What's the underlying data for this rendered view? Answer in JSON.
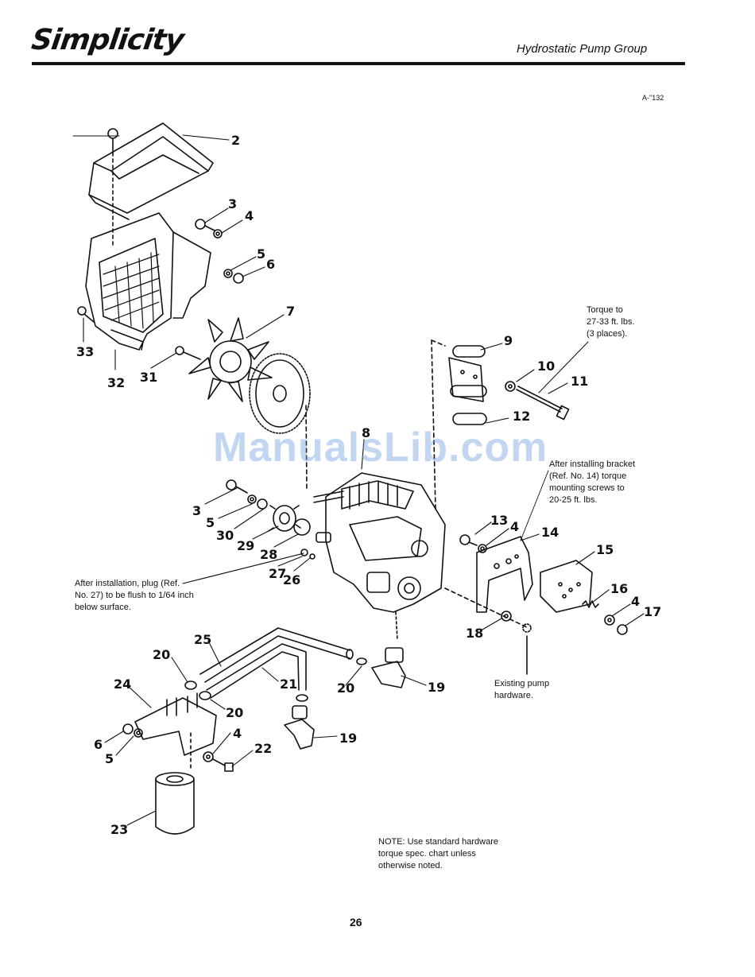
{
  "header": {
    "brand": "Simplicity",
    "title": "Hydrostatic Pump Group",
    "figure_code": "A-\"132"
  },
  "watermark": "ManualsLib.com",
  "notes": {
    "torque_11": [
      "Torque to",
      "27-33 ft. lbs.",
      "(3 places)."
    ],
    "bracket_14": [
      "After installing bracket",
      "(Ref. No. 14) torque",
      "mounting screws to",
      "20-25 ft. lbs."
    ],
    "plug_27": [
      "After installation, plug (Ref.",
      "No. 27) to be flush to 1/64 inch",
      "below surface."
    ],
    "existing_hw": [
      "Existing pump",
      "hardware."
    ],
    "general": [
      "NOTE: Use standard hardware",
      "torque spec. chart unless",
      "otherwise noted."
    ]
  },
  "page_number": "26",
  "callouts": [
    "2",
    "3",
    "4",
    "5",
    "6",
    "7",
    "33",
    "32",
    "31",
    "9",
    "10",
    "11",
    "12",
    "8",
    "3",
    "5",
    "30",
    "29",
    "28",
    "27",
    "26",
    "13",
    "4",
    "14",
    "15",
    "16",
    "4",
    "17",
    "18",
    "25",
    "20",
    "21",
    "20",
    "24",
    "20",
    "19",
    "6",
    "5",
    "4",
    "22",
    "19",
    "23"
  ]
}
